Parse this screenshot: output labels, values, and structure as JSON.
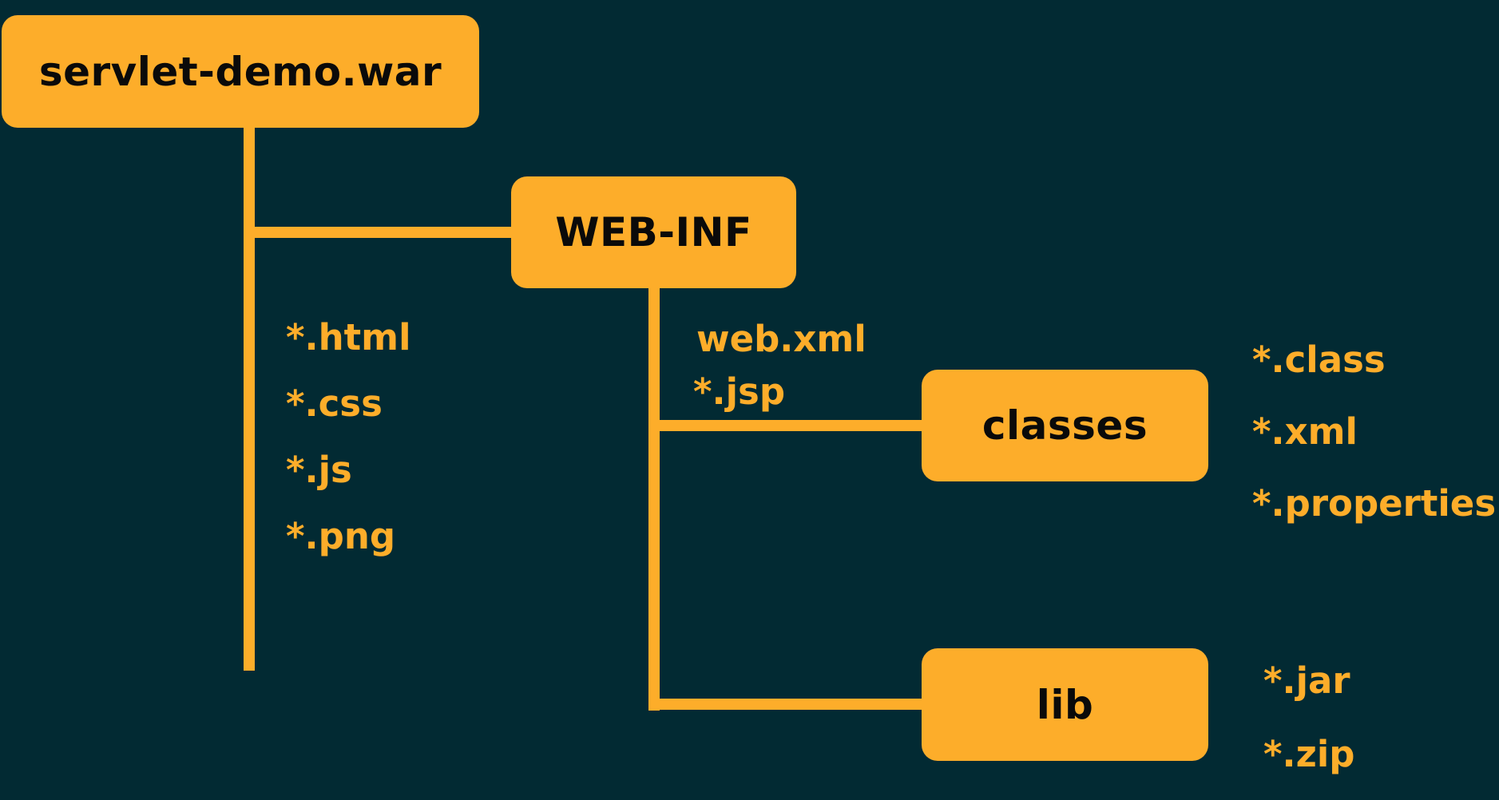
{
  "colors": {
    "background": "#022a33",
    "accent": "#fdad2a",
    "box_text": "#0a0a0a"
  },
  "root": {
    "label": "servlet-demo.war",
    "files": [
      "*.html",
      "*.css",
      "*.js",
      "*.png"
    ]
  },
  "web_inf": {
    "label": "WEB-INF",
    "files": [
      "web.xml",
      "*.jsp"
    ]
  },
  "classes": {
    "label": "classes",
    "files": [
      "*.class",
      "*.xml",
      "*.properties"
    ]
  },
  "lib": {
    "label": "lib",
    "files": [
      "*.jar",
      "*.zip"
    ]
  }
}
